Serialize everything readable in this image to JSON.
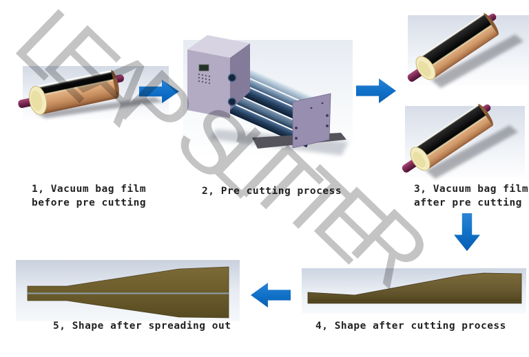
{
  "watermark_text": "LEAP SLITTER",
  "diagram": {
    "steps": [
      {
        "number": "1",
        "label": "1, Vacuum bag film\nbefore pre cutting",
        "graphic": "single film roll before pre cutting"
      },
      {
        "number": "2",
        "label": "2, Pre cutting process",
        "graphic": "pre-cutting roller machine"
      },
      {
        "number": "3",
        "label": "3, Vacuum bag film\nafter pre cutting",
        "graphic": "two film rolls after pre cutting"
      },
      {
        "number": "4",
        "label": "4, Shape after cutting process",
        "graphic": "tapered cut film profile"
      },
      {
        "number": "5",
        "label": "5, Shape after spreading out",
        "graphic": "symmetric spread film profile"
      }
    ],
    "arrows": [
      {
        "icon": "arrow-right-icon",
        "from": "1",
        "to": "2"
      },
      {
        "icon": "arrow-right-icon",
        "from": "2",
        "to": "3"
      },
      {
        "icon": "arrow-down-icon",
        "from": "3",
        "to": "4"
      },
      {
        "icon": "arrow-left-icon",
        "from": "4",
        "to": "5"
      }
    ]
  },
  "colors": {
    "arrow_blue": "#0f6fc6",
    "shape_brown": "#6b5c2b",
    "shape_line_gray": "#8ea2ae",
    "film_copper": "#d29b6c",
    "film_black": "#0a0a0a",
    "cap_cream": "#f4ecc0",
    "shaft_maroon": "#7d2a55",
    "machine_lavender": "#b3abc4",
    "machine_plate": "#988fb0",
    "roller_steel": "#7e98b4",
    "panel_blue_gray": "#d6dce7",
    "watermark_gray": "#c4c4c4",
    "label_color": "#222222"
  }
}
